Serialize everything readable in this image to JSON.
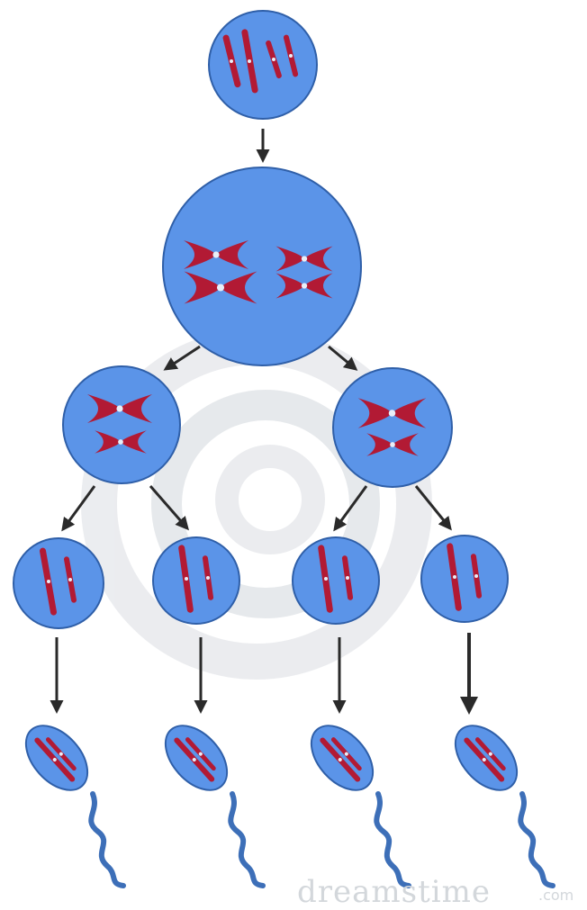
{
  "diagram": {
    "stages": [
      "parent-cell",
      "meiosis-1-cell",
      "meiosis-2-cells",
      "haploid-cells",
      "sperm-cells"
    ]
  },
  "colors": {
    "cell_fill": "#5b94e8",
    "cell_stroke": "#2f5fa8",
    "chromosome": "#b21a34",
    "arrow": "#2a2a2a",
    "watermark": "#d3d7db"
  },
  "watermark": {
    "text": "dreamstime",
    "suffix": ".com"
  }
}
